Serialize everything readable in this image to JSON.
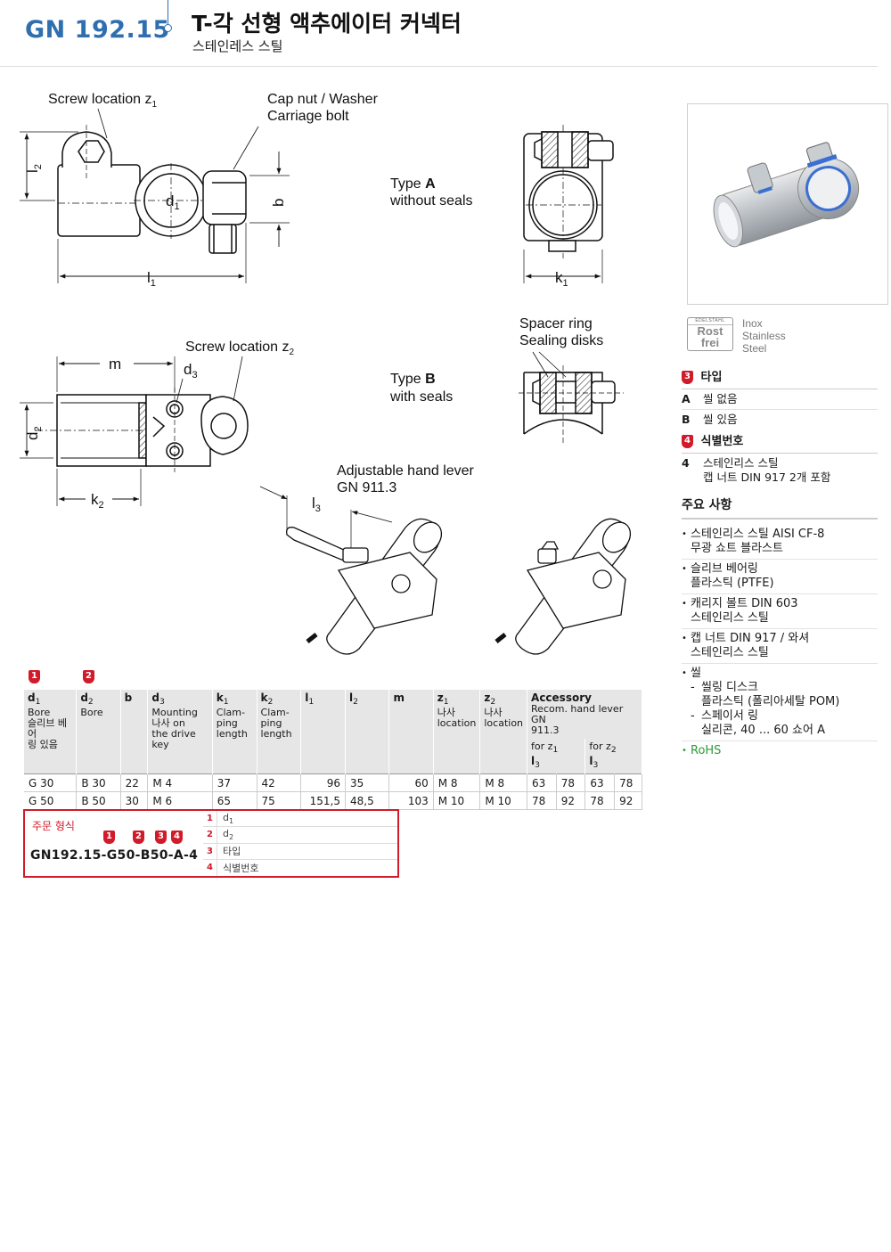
{
  "header": {
    "code": "GN 192.15",
    "title": "T-각 선형 액추에이터 커넥터",
    "subtitle": "스테인레스 스틸"
  },
  "drawing": {
    "screw_loc_z1_label": "Screw location z",
    "screw_loc_z1_sub": "1",
    "cap_nut_label": "Cap nut / Washer",
    "carriage_bolt_label": "Carriage bolt",
    "type_a": "Type ",
    "type_a_letter": "A",
    "type_a_desc": "without seals",
    "type_b": "Type ",
    "type_b_letter": "B",
    "type_b_desc": "with seals",
    "screw_loc_z2_label": "Screw location z",
    "screw_loc_z2_sub": "2",
    "spacer_ring": "Spacer ring",
    "sealing_disks": "Sealing disks",
    "hand_lever": "Adjustable hand lever",
    "hand_lever_gn": "GN 911.3",
    "dims": {
      "l2": "l",
      "l2_sub": "2",
      "d1": "d",
      "d1_sub": "1",
      "b": "b",
      "l1": "l",
      "l1_sub": "1",
      "k1": "k",
      "k1_sub": "1",
      "m": "m",
      "d3": "d",
      "d3_sub": "3",
      "d2": "d",
      "d2_sub": "2",
      "k2": "k",
      "k2_sub": "2",
      "l3": "l",
      "l3_sub": "3"
    }
  },
  "inox": {
    "logo_top": "EDELSTAHL",
    "logo_rost": "Rost",
    "logo_frei": "frei",
    "lines": [
      "Inox",
      "Stainless",
      "Steel"
    ]
  },
  "type_section": {
    "badge": "3",
    "title": "타입",
    "items": [
      {
        "key": "A",
        "value": "씰 없음"
      },
      {
        "key": "B",
        "value": "씰 있음"
      }
    ]
  },
  "id_section": {
    "badge": "4",
    "title": "식별번호",
    "items": [
      {
        "key": "4",
        "line1": "스테인리스 스틸",
        "line2": "캡 너트 DIN 917 2개 포함"
      }
    ]
  },
  "features": {
    "title": "주요 사항",
    "items": [
      [
        "스테인리스 스틸 AISI CF-8",
        "무광 쇼트 블라스트"
      ],
      [
        "슬리브 베어링",
        "플라스틱 (PTFE)"
      ],
      [
        "캐리지 볼트 DIN 603",
        "스테인리스 스틸"
      ],
      [
        "캡 너트 DIN 917 / 와셔",
        "스테인리스 스틸"
      ]
    ],
    "seal_title": "씰",
    "seal_sub": [
      [
        "씰링 디스크",
        "플라스틱 (폴리아세탈 POM)"
      ],
      [
        "스페이서 링",
        "실리콘, 40 ... 60 쇼어 A"
      ]
    ],
    "rohs": "RoHS"
  },
  "table": {
    "col_badges": [
      "1",
      "2"
    ],
    "headers": {
      "d1": {
        "main": "d",
        "sub": "1",
        "lines": [
          "Bore",
          "슬리브 베어",
          "링 있음"
        ]
      },
      "d2": {
        "main": "d",
        "sub": "2",
        "lines": [
          "Bore"
        ]
      },
      "b": {
        "main": "b"
      },
      "d3": {
        "main": "d",
        "sub": "3",
        "lines": [
          "Mounting",
          "나사 on",
          "the drive key"
        ]
      },
      "k1": {
        "main": "k",
        "sub": "1",
        "lines": [
          "Clam-",
          "ping",
          "length"
        ]
      },
      "k2": {
        "main": "k",
        "sub": "2",
        "lines": [
          "Clam-",
          "ping",
          "length"
        ]
      },
      "l1": {
        "main": "l",
        "sub": "1"
      },
      "l2": {
        "main": "l",
        "sub": "2"
      },
      "m": {
        "main": "m"
      },
      "z1": {
        "main": "z",
        "sub": "1",
        "lines": [
          "나사",
          "location"
        ]
      },
      "z2": {
        "main": "z",
        "sub": "2",
        "lines": [
          "나사",
          "location"
        ]
      },
      "acc": {
        "main": "Accessory",
        "lines": [
          "Recom. hand lever GN",
          "911.3"
        ],
        "for_z1": "for z",
        "for_z1_sub": "1",
        "for_z2": "for z",
        "for_z2_sub": "2",
        "l3": "l",
        "l3_sub": "3"
      }
    },
    "rows": [
      [
        "G 30",
        "B 30",
        "22",
        "M 4",
        "37",
        "42",
        "96",
        "35",
        "60",
        "M  8",
        "M  8",
        "63",
        "78",
        "63",
        "78"
      ],
      [
        "G 50",
        "B 50",
        "30",
        "M 6",
        "65",
        "75",
        "151,5",
        "48,5",
        "103",
        "M 10",
        "M 10",
        "78",
        "92",
        "78",
        "92"
      ]
    ]
  },
  "order": {
    "label": "주문 형식",
    "code": "GN192.15-G50-B50-A-4",
    "badges": [
      "1",
      "2",
      "3",
      "4"
    ],
    "legend": [
      {
        "n": "1",
        "t": "d",
        "sub": "1"
      },
      {
        "n": "2",
        "t": "d",
        "sub": "2"
      },
      {
        "n": "3",
        "t": "타입",
        "sub": ""
      },
      {
        "n": "4",
        "t": "식별번호",
        "sub": ""
      }
    ]
  }
}
